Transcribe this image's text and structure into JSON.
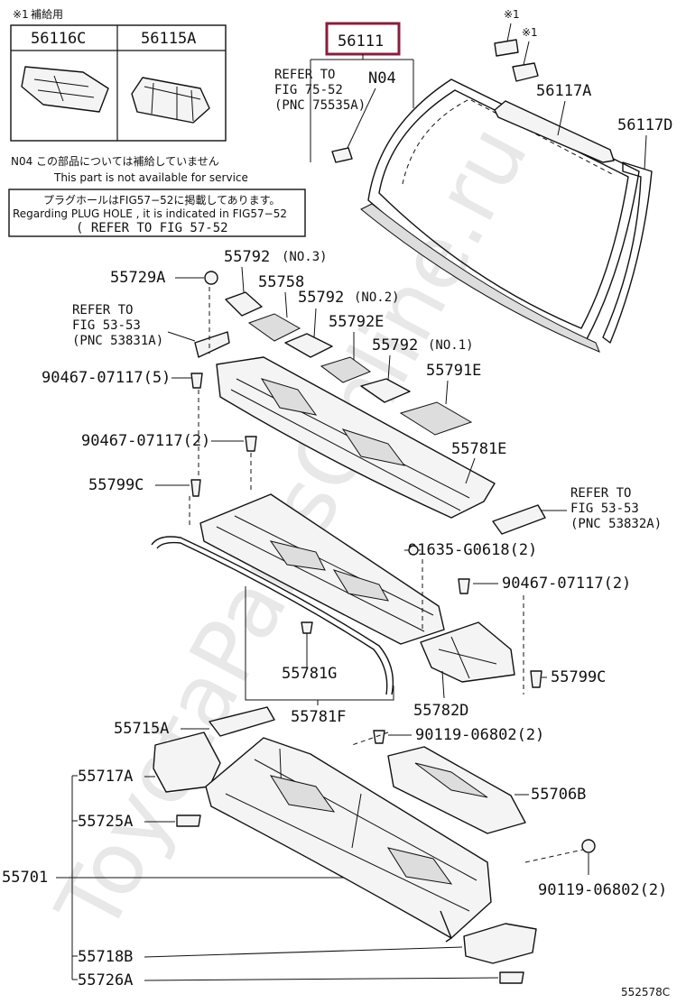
{
  "watermark": "ToyotaPartsOnline.ru",
  "diagram_code": "552578C",
  "legend": {
    "mark": "※1",
    "title": "補給用",
    "parts": [
      "56116C",
      "56115A"
    ]
  },
  "notes": {
    "n04_jp": "N04 この部品については補給していません",
    "n04_en": "This part is not available for service",
    "plug_jp": "プラグホールはFIG57−52に掲載してあります。",
    "plug_en": "Regarding PLUG HOLE , it is indicated in FIG57−52",
    "plug_ref": "( REFER TO FIG 57-52"
  },
  "refs": {
    "r1": [
      "REFER TO",
      "FIG 75-52",
      "(PNC 75535A)"
    ],
    "r2": [
      "REFER TO",
      "FIG 53-53",
      "(PNC 53831A)"
    ],
    "r3": [
      "REFER TO",
      "FIG 53-53",
      "(PNC 53832A)"
    ]
  },
  "labels": {
    "p56111": "56111",
    "n04": "N04",
    "m1a": "※1",
    "m1b": "※1",
    "p56117A": "56117A",
    "p56117D": "56117D",
    "p55792_3": "55792",
    "q55792_3": "(NO.3)",
    "p55729A": "55729A",
    "p55758": "55758",
    "p55792_2": "55792",
    "q55792_2": "(NO.2)",
    "p55792E": "55792E",
    "p55792_1": "55792",
    "q55792_1": "(NO.1)",
    "p90467a": "90467-07117(5)",
    "p55791E": "55791E",
    "p90467b": "90467-07117(2)",
    "p55781E": "55781E",
    "p55799C_1": "55799C",
    "p91635": "91635-G0618(2)",
    "p90467c": "90467-07117(2)",
    "p55799C_2": "55799C",
    "p55781G": "55781G",
    "p55782D": "55782D",
    "p55781F": "55781F",
    "p55715A": "55715A",
    "p90119a": "90119-06802(2)",
    "p55717A": "55717A",
    "p55706B": "55706B",
    "p55725A": "55725A",
    "p55701": "55701",
    "p90119b": "90119-06802(2)",
    "p55718B": "55718B",
    "p55726A": "55726A"
  }
}
